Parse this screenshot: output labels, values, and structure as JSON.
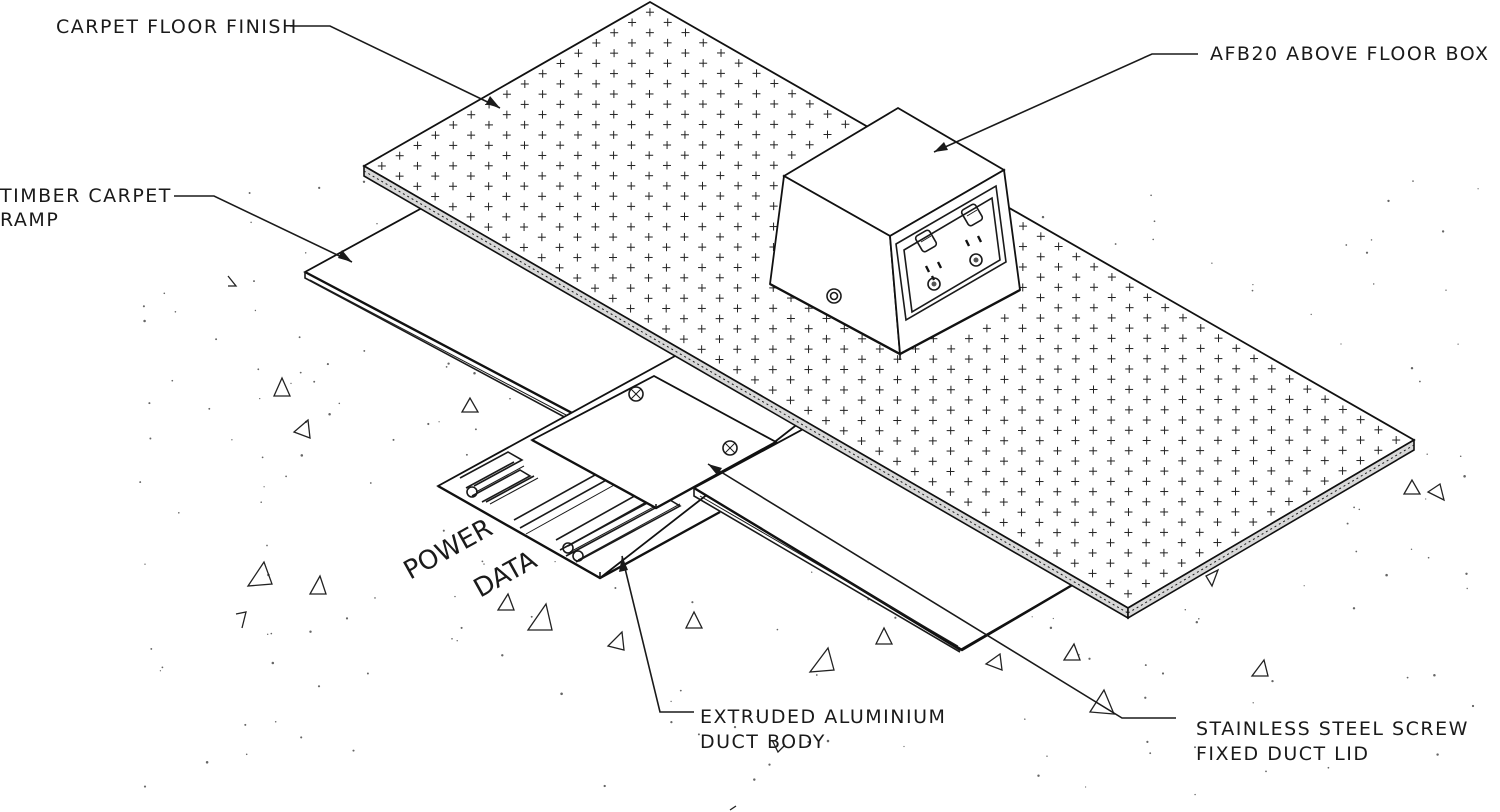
{
  "labels": {
    "carpet_floor_finish": "CARPET FLOOR FINISH",
    "afb20_box": "AFB20 ABOVE FLOOR BOX",
    "timber_ramp_line1": "TIMBER CARPET",
    "timber_ramp_line2": "RAMP",
    "duct_body_line1": "EXTRUDED ALUMINIUM",
    "duct_body_line2": "DUCT BODY",
    "duct_lid_line1": "STAINLESS STEEL SCREW",
    "duct_lid_line2": "FIXED DUCT LID",
    "power_tag": "POWER",
    "data_tag": "DATA"
  }
}
